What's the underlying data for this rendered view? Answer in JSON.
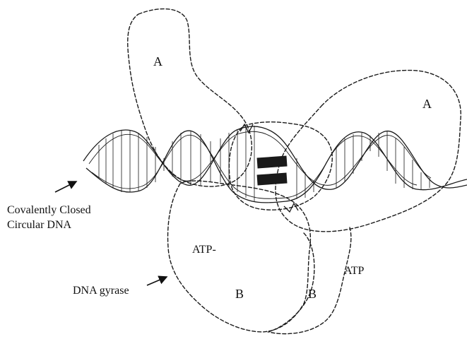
{
  "diagram": {
    "labels": {
      "subunit_a_left": "A",
      "subunit_a_right": "A",
      "subunit_b_left": "B",
      "subunit_b_right": "B",
      "atp_left": "ATP-",
      "atp_right": "ATP",
      "dna_label_line1": "Covalently Closed",
      "dna_label_line2": "Circular DNA",
      "gyrase_label": "DNA gyrase"
    }
  }
}
